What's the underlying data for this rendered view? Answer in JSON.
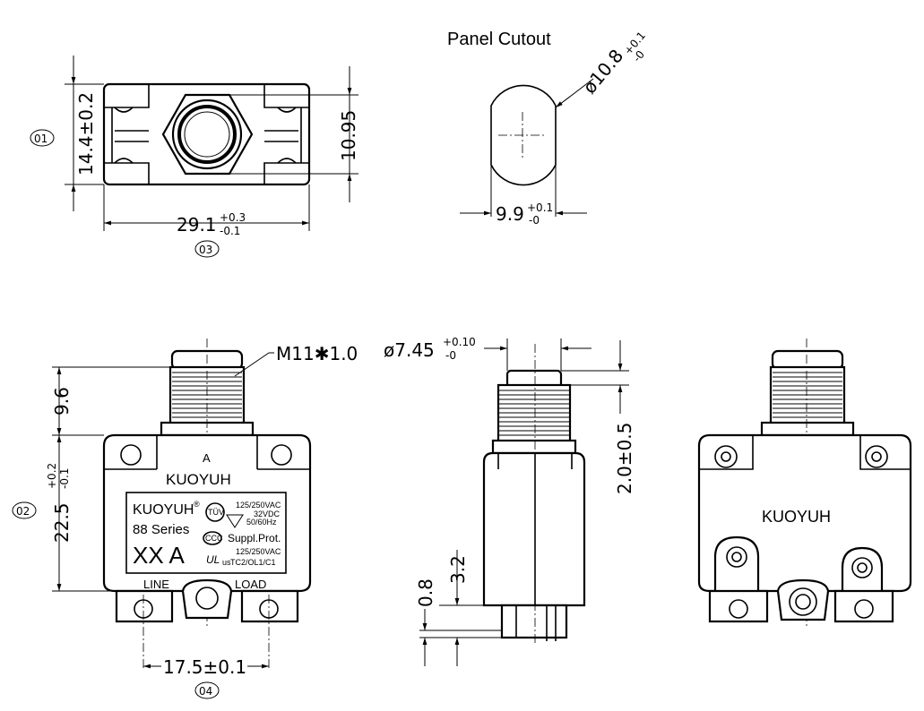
{
  "panel_cutout": {
    "title": "Panel Cutout",
    "dia": "ø10.8",
    "dia_tol_hi": "+0.1",
    "dia_tol_lo": "-0",
    "flat": "9.9",
    "flat_tol_hi": "+0.1",
    "flat_tol_lo": "-0"
  },
  "top_view": {
    "height": "14.4±0.2",
    "inner": "10.95",
    "width": "29.1",
    "width_tol_hi": "+0.3",
    "width_tol_lo": "-0.1",
    "ref_height": "01",
    "ref_width": "03"
  },
  "front_view": {
    "thread": "M11✱1.0",
    "button_h": "9.6",
    "body_h": "22.5",
    "body_tol_hi": "+0.2",
    "body_tol_lo": "-0.1",
    "ref_body": "02",
    "pitch": "17.5±0.1",
    "ref_pitch": "04",
    "brand": "KUOYUH",
    "label_brand": "KUOYUH",
    "reg_mark": "®",
    "series": "88 Series",
    "rating": "XX A",
    "spec1": "125/250VAC",
    "spec2": "32VDC",
    "spec3": "50/60Hz",
    "suppl": "Suppl.Prot.",
    "spec4": "125/250VAC",
    "spec5": "TC2/OL1/C1",
    "arrow_mark": "A",
    "line": "LINE",
    "load": "LOAD",
    "tuv": "TÜV",
    "ccc": "CCC",
    "ul": "UL",
    "us": "us"
  },
  "side_view": {
    "dia": "ø7.45",
    "dia_tol_hi": "+0.10",
    "dia_tol_lo": "-0",
    "stroke": "2.0±0.5",
    "d1": "3.2",
    "d2": "0.8"
  },
  "back_view": {
    "brand": "KUOYUH"
  }
}
